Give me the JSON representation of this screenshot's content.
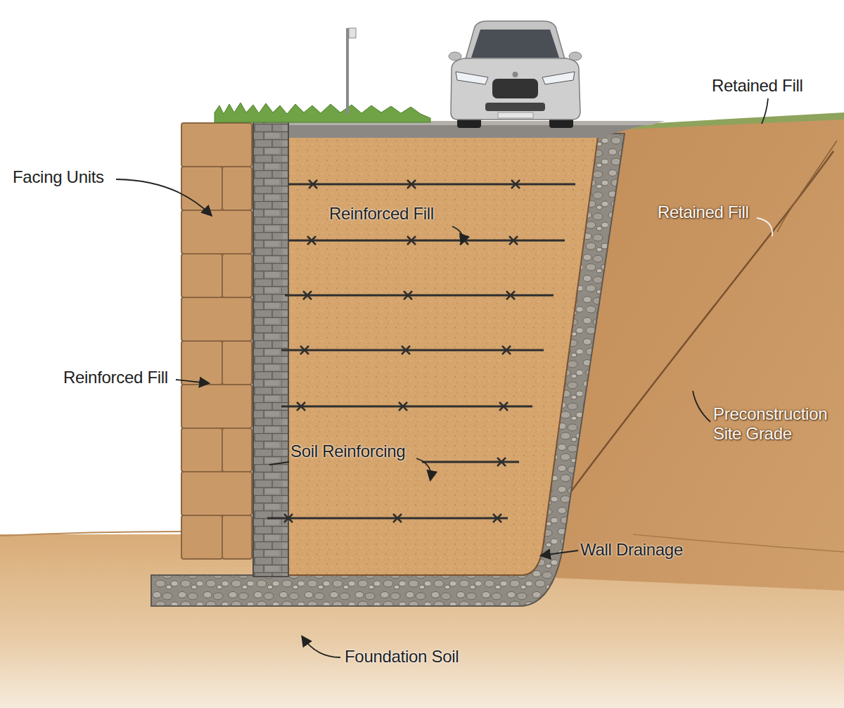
{
  "diagram": {
    "labels": [
      "Retained Fill",
      "Facing Units",
      "Reinforced Fill",
      "Retained Fill",
      "Reinforced Fill",
      "Soil Reinforcing",
      "Preconstruction Site Grade",
      "Wall Drainage",
      "Foundation Soil"
    ]
  }
}
